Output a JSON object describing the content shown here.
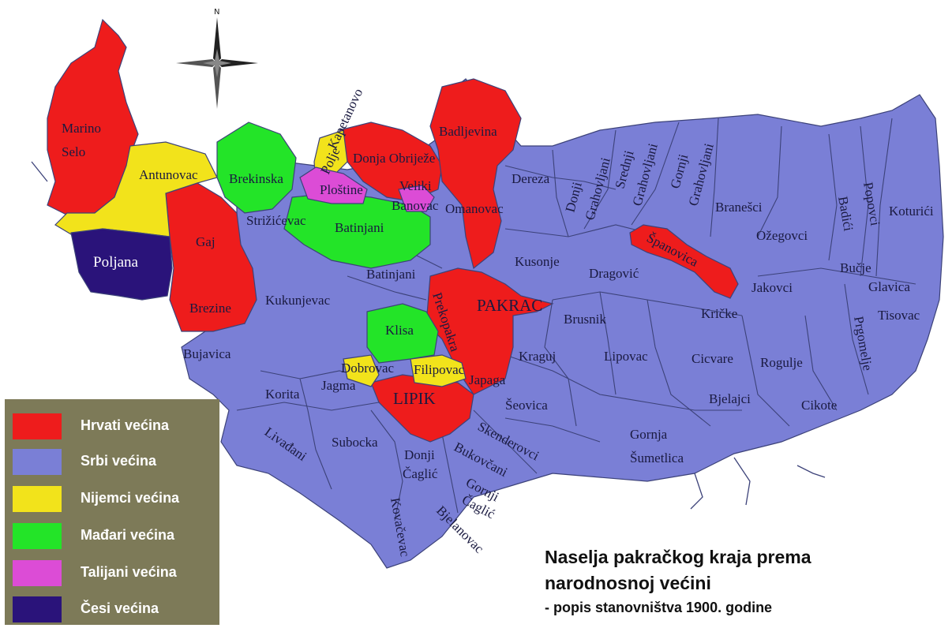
{
  "map": {
    "compass_label": "N",
    "legend": [
      {
        "label": "Hrvati većina",
        "color": "#ee1c1c"
      },
      {
        "label": "Srbi većina",
        "color": "#7a7fd6"
      },
      {
        "label": "Nijemci većina",
        "color": "#f2e31b"
      },
      {
        "label": "Mađari većina",
        "color": "#23e428"
      },
      {
        "label": "Talijani većina",
        "color": "#dc4cd6"
      },
      {
        "label": "Česi većina",
        "color": "#2a137a"
      }
    ],
    "title_line1": "Naselja pakračkog kraja prema",
    "title_line2": "narodnosnoj većini",
    "subtitle": "- popis stanovništva 1900. godine",
    "places": {
      "marino_selo_1": "Marino",
      "marino_selo_2": "Selo",
      "antunovac": "Antunovac",
      "brekinska": "Brekinska",
      "kapetanovo_polje_1": "Kapetanovo",
      "kapetanovo_polje_2": "Polje",
      "donja_obrijez": "Donja Obriježe",
      "badljevina": "Badljevina",
      "plostine": "Ploštine",
      "veliki_banovac_1": "Veliki",
      "veliki_banovac_2": "Banovac",
      "omanovac": "Omanovac",
      "dereza": "Dereza",
      "donji_grahovljani_1": "Donji",
      "donji_grahovljani_2": "Grahovljani",
      "srednji_grahovljani_1": "Srednji",
      "srednji_grahovljani_2": "Grahovljani",
      "gornji_grahovljani_1": "Gornji",
      "gornji_grahovljani_2": "Grahovljani",
      "branesci": "Branešci",
      "badici": "Badići",
      "popovci": "Popovci",
      "koturici": "Koturići",
      "ozegovci": "Ožegovci",
      "spanovica": "Španovica",
      "bucje": "Bučje",
      "glavica": "Glavica",
      "jakovci": "Jakovci",
      "tisovac": "Tisovac",
      "poljana": "Poljana",
      "gaj": "Gaj",
      "strizicevac": "Strižićevac",
      "batinjani_n": "Batinjani",
      "batinjani_s": "Batinjani",
      "kusonje": "Kusonje",
      "dragovic": "Dragović",
      "krivaj": "Kričke",
      "prgomelje": "Prgomelje",
      "brezine": "Brezine",
      "kukunjevac": "Kukunjevac",
      "prekopakra": "Prekopakra",
      "pakrac": "PAKRAC",
      "brusnik": "Brusnik",
      "klisa": "Klisa",
      "bujavica": "Bujavica",
      "dobrovac": "Dobrovac",
      "filipovac": "Filipovac",
      "kraguj": "Kraguj",
      "lipovac": "Lipovac",
      "cicvare": "Cicvare",
      "rogulje": "Rogulje",
      "korita": "Korita",
      "jagma": "Jagma",
      "japaga": "Japaga",
      "lipik": "LIPIK",
      "seovica": "Šeovica",
      "bjelajci": "Bjelajci",
      "cikote": "Cikote",
      "livadani": "Livađani",
      "subocka": "Subocka",
      "skenderovci": "Skenderovci",
      "donji_caglic_1": "Donji",
      "donji_caglic_2": "Čaglić",
      "bukovcani": "Bukovčani",
      "gornja_sumetlica_1": "Gornja",
      "gornja_sumetlica_2": "Šumetlica",
      "gornji_caglic_1": "Gornji",
      "gornji_caglic_2": "Čaglić",
      "kovacevac": "Kovačevac",
      "bjelanovac": "Bjelanovac"
    }
  }
}
